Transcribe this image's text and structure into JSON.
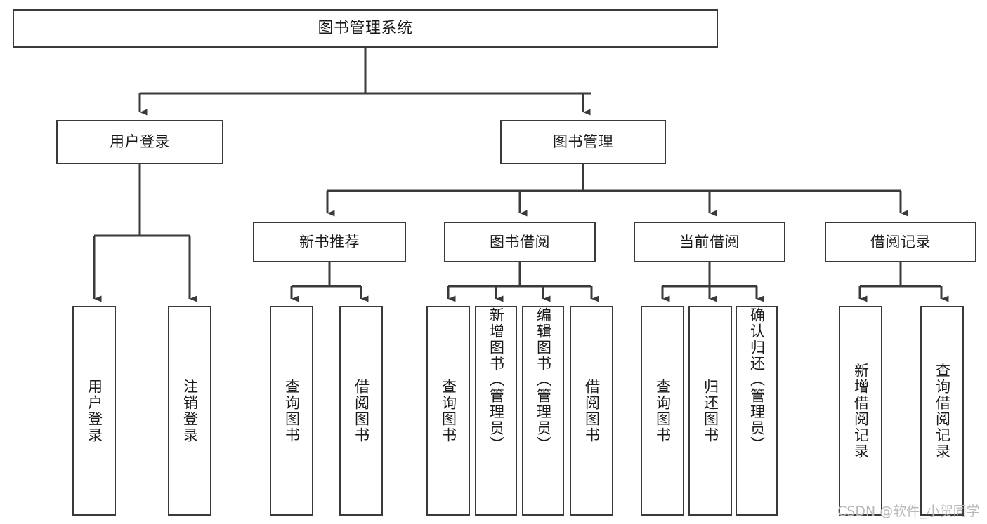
{
  "diagram": {
    "type": "tree-hierarchy-chart",
    "title": "图书管理系统",
    "line_color": "#3a3a3a",
    "box_fill": "#ffffff",
    "text_color": "#1a1a1a",
    "watermark": "CSDN @软件_小贺同学",
    "nodes": {
      "root": {
        "label": "图书管理系统"
      },
      "level1": [
        {
          "label": "用户登录"
        },
        {
          "label": "图书管理"
        }
      ],
      "level2": [
        {
          "label": "新书推荐"
        },
        {
          "label": "图书借阅"
        },
        {
          "label": "当前借阅"
        },
        {
          "label": "借阅记录"
        }
      ],
      "leaves": {
        "user_login": [
          {
            "label": "用户登录"
          },
          {
            "label": "注销登录"
          }
        ],
        "new_book_recommend": [
          {
            "label": "查询图书"
          },
          {
            "label": "借阅图书"
          }
        ],
        "book_borrow": [
          {
            "label": "查询图书"
          },
          {
            "label": "新增图书（管理员）"
          },
          {
            "label": "编辑图书（管理员）"
          },
          {
            "label": "借阅图书"
          }
        ],
        "current_borrow": [
          {
            "label": "查询图书"
          },
          {
            "label": "归还图书"
          },
          {
            "label": "确认归还（管理员）"
          }
        ],
        "borrow_record": [
          {
            "label": "新增借阅记录"
          },
          {
            "label": "查询借阅记录"
          }
        ]
      }
    }
  }
}
